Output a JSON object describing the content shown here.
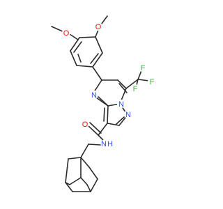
{
  "molecule": {
    "atoms": [
      {
        "id": "o1",
        "text": "O",
        "color": "#ff0d0d"
      },
      {
        "id": "me1",
        "text": "",
        "color": "#2b2b2b"
      },
      {
        "id": "o2",
        "text": "O",
        "color": "#ff0d0d"
      },
      {
        "id": "me2",
        "text": "",
        "color": "#2b2b2b"
      },
      {
        "id": "n4",
        "text": "N",
        "color": "#3050f8"
      },
      {
        "id": "n8",
        "text": "N",
        "color": "#3050f8"
      },
      {
        "id": "n1",
        "text": "N",
        "color": "#3050f8"
      },
      {
        "id": "f1",
        "text": "F",
        "color": "#33bb33"
      },
      {
        "id": "f2",
        "text": "F",
        "color": "#33bb33"
      },
      {
        "id": "f3",
        "text": "F",
        "color": "#33bb33"
      },
      {
        "id": "o3",
        "text": "O",
        "color": "#ff0d0d"
      },
      {
        "id": "nh",
        "text": "N",
        "color": "#3050f8"
      },
      {
        "id": "h",
        "text": "H",
        "color": "#3050f8"
      }
    ]
  }
}
